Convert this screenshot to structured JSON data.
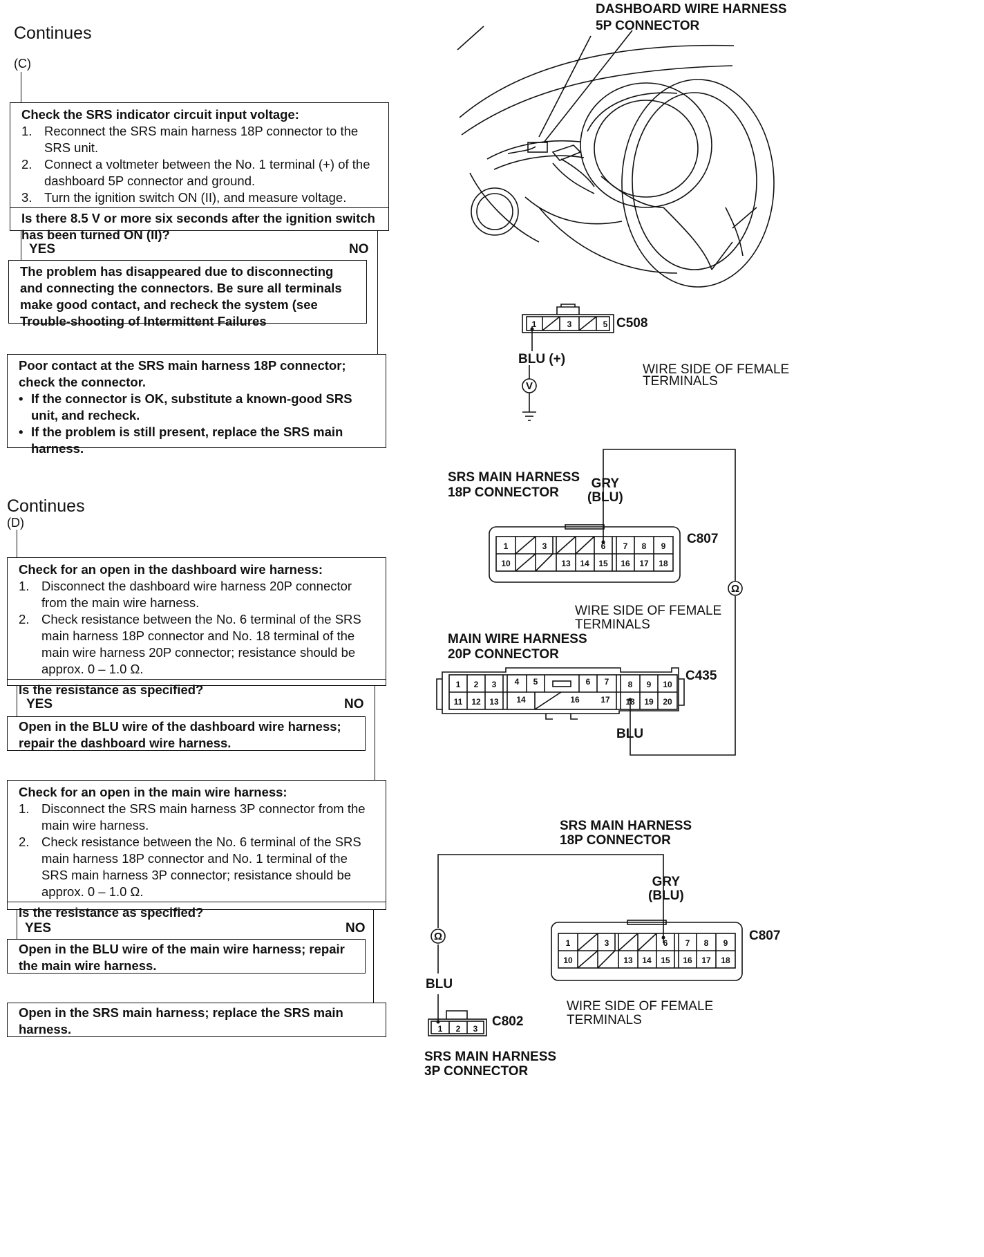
{
  "continues_c": "Continues",
  "step_c": "(C)",
  "box_c1": {
    "heading": "Check the SRS indicator circuit input voltage:",
    "steps": [
      {
        "n": "1.",
        "text": "Reconnect the SRS main harness 18P connector to the SRS unit."
      },
      {
        "n": "2.",
        "text": "Connect a voltmeter between the No. 1 terminal (+) of the dashboard 5P connector and ground."
      },
      {
        "n": "3.",
        "text": "Turn the ignition switch ON (II), and measure voltage."
      }
    ],
    "question": "Is there 8.5 V or more six seconds after the ignition switch has been turned ON (II)?"
  },
  "yes1": "YES",
  "no1": "NO",
  "box_c2": "The problem has disappeared due to disconnecting and connecting the connectors. Be sure all terminals make good contact, and recheck the system (see Trouble-shooting of Intermittent Failures",
  "box_c3": {
    "text": "Poor contact at the SRS main harness 18P connector; check the connector.",
    "bullets": [
      "If the connector is OK, substitute a known-good SRS unit, and recheck.",
      "If the problem is still present, replace the SRS main harness."
    ]
  },
  "continues_d": "Continues",
  "step_d": "(D)",
  "box_d1": {
    "heading": "Check for an open in the dashboard wire harness:",
    "steps": [
      {
        "n": "1.",
        "text": "Disconnect the dashboard wire harness 20P connector from the main wire harness."
      },
      {
        "n": "2.",
        "text": "Check resistance between the No. 6 terminal of the SRS main harness 18P connector and No. 18 terminal of the main wire harness 20P connector; resistance should be approx. 0 – 1.0 Ω."
      }
    ],
    "question": "Is the resistance as specified?"
  },
  "yes2": "YES",
  "no2": "NO",
  "box_d2": "Open in the BLU wire of the dashboard wire harness; repair the dashboard wire harness.",
  "box_d3": {
    "heading": "Check for an open in the main wire harness:",
    "steps": [
      {
        "n": "1.",
        "text": "Disconnect the SRS main harness 3P connector from the main wire harness."
      },
      {
        "n": "2.",
        "text": "Check resistance between the No. 6 terminal of the SRS main harness 18P connector and No. 1 terminal of the SRS main harness 3P connector; resistance should be approx. 0 – 1.0 Ω."
      }
    ],
    "question": "Is the resistance as specified?"
  },
  "yes3": "YES",
  "no3": "NO",
  "box_d4": "Open in the BLU wire of the main wire harness; repair the main wire harness.",
  "box_d5": "Open in the SRS main harness; replace the SRS main harness.",
  "diagram": {
    "dash_harness_l1": "DASHBOARD WIRE HARNESS",
    "dash_harness_l2": "5P CONNECTOR",
    "c508": "C508",
    "c508_pins": [
      "1",
      "3",
      "5"
    ],
    "blu_plus": "BLU (+)",
    "voltmeter": "V",
    "wire_side_1_l1": "WIRE SIDE OF FEMALE",
    "wire_side_1_l2": "TERMINALS",
    "srs18p_a_l1": "SRS MAIN HARNESS",
    "srs18p_a_l2": "18P CONNECTOR",
    "gry_a": "GRY",
    "blu_paren_a": "(BLU)",
    "c807_a": "C807",
    "pins18_top": [
      "1",
      "3",
      "6",
      "7",
      "8",
      "9"
    ],
    "pins18_bot": [
      "10",
      "13",
      "14",
      "15",
      "16",
      "17",
      "18"
    ],
    "ohm": "Ω",
    "wire_side_2_l1": "WIRE SIDE OF FEMALE",
    "wire_side_2_l2": "TERMINALS",
    "main20p_l1": "MAIN WIRE HARNESS",
    "main20p_l2": "20P CONNECTOR",
    "c435": "C435",
    "pins20_top": [
      "1",
      "2",
      "3",
      "4",
      "5",
      "6",
      "7",
      "8",
      "9",
      "10"
    ],
    "pins20_bot": [
      "11",
      "12",
      "13",
      "14",
      "16",
      "17",
      "18",
      "19",
      "20"
    ],
    "blu_b": "BLU",
    "srs18p_b_l1": "SRS MAIN HARNESS",
    "srs18p_b_l2": "18P CONNECTOR",
    "gry_b": "GRY",
    "blu_paren_b": "(BLU)",
    "c807_b": "C807",
    "blu_c": "BLU",
    "c802": "C802",
    "c802_pins": [
      "1",
      "2",
      "3"
    ],
    "wire_side_3_l1": "WIRE SIDE OF FEMALE",
    "wire_side_3_l2": "TERMINALS",
    "srs3p_l1": "SRS MAIN HARNESS",
    "srs3p_l2": "3P CONNECTOR"
  }
}
